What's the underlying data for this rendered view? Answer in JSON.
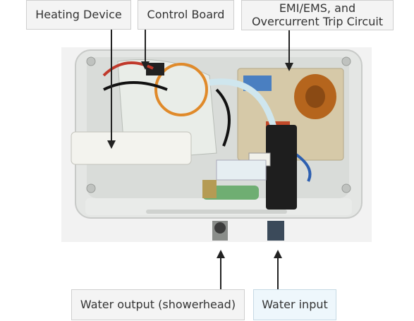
{
  "labels": {
    "heating_device": "Heating Device",
    "control_board": "Control Board",
    "emi_line1": "EMI/EMS, and",
    "emi_line2": "Overcurrent Trip Circuit",
    "water_output": "Water output (showerhead)",
    "water_input": "Water input"
  },
  "colors": {
    "label_bg": "#f4f4f4",
    "label_border": "#cfcfcf",
    "accent_bg": "#eef7fc",
    "arrow": "#222222",
    "case": "#e4e6e4",
    "photo_bg": "#f2f2f2"
  }
}
